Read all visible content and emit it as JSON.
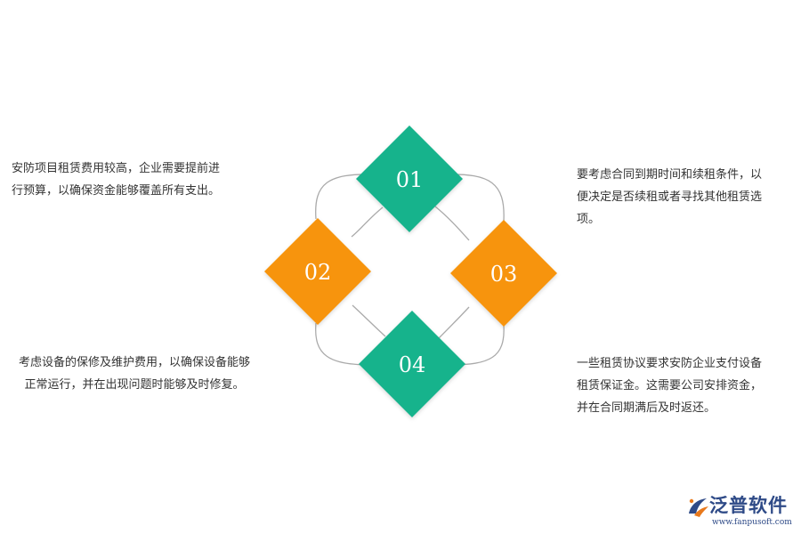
{
  "items": [
    {
      "number": "01",
      "color": "#17b38c",
      "lines": [
        "安防项目租赁费用较高，企业需要提前进",
        "行预算，以确保资金能够覆盖所有支出。"
      ]
    },
    {
      "number": "02",
      "color": "#f7940d",
      "lines": [
        "考虑设备的保修及维护费用，以确保设备能够",
        "正常运行，并在出现问题时能够及时修复。"
      ]
    },
    {
      "number": "03",
      "color": "#f7940d",
      "lines": [
        "要考虑合同到期时间和续租条件，以",
        "便决定是否续租或者寻找其他租赁选",
        "项。"
      ]
    },
    {
      "number": "04",
      "color": "#17b38c",
      "lines": [
        "一些租赁协议要求安防企业支付设备",
        "租赁保证金。这需要公司安排资金，",
        "并在合同期满后及时返还。"
      ]
    }
  ],
  "connector_color": "#aaaaaa",
  "logo": {
    "name": "泛普软件",
    "url": "www.fanpusoft.com",
    "color": "#2e4a87"
  }
}
